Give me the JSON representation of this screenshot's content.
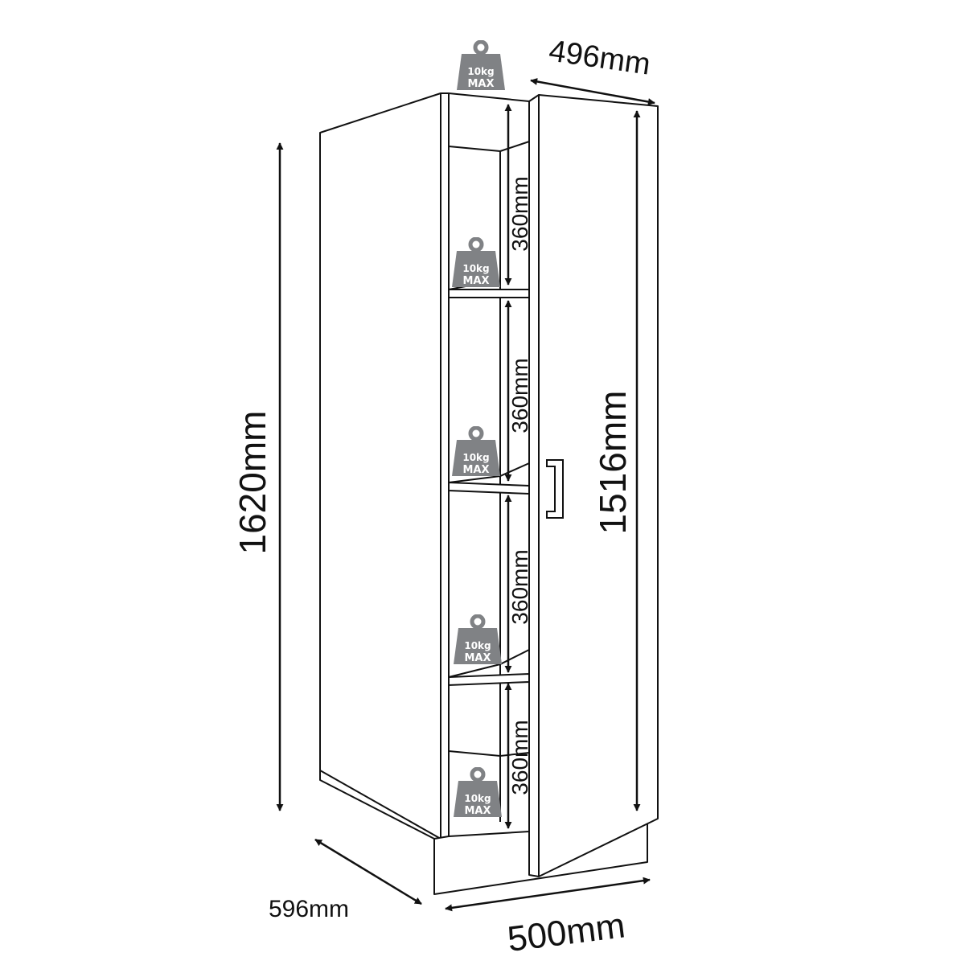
{
  "dimensions": {
    "total_height": "1620mm",
    "door_height": "1516mm",
    "door_width": "496mm",
    "base_width": "500mm",
    "depth": "596mm",
    "shelf_spacings": [
      "360mm",
      "360mm",
      "360mm",
      "360mm"
    ]
  },
  "weight_badge": {
    "line1": "10kg",
    "line2": "MAX"
  },
  "colors": {
    "line": "#111111",
    "weight_fill": "#808285",
    "weight_text": "#ffffff"
  }
}
